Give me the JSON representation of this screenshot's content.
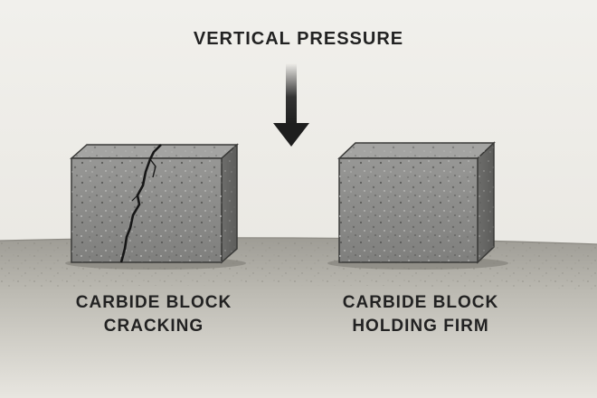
{
  "header": {
    "title": "VERTICAL PRESSURE"
  },
  "left_block": {
    "label_line1": "CARBIDE BLOCK",
    "label_line2": "CRACKING"
  },
  "right_block": {
    "label_line1": "CARBIDE BLOCK",
    "label_line2": "HOLDING FIRM"
  },
  "colors": {
    "background": "#ecebe7",
    "block_face": "#8d8d8b",
    "ground": "#b8b6ae",
    "arrow": "#1e1e1e"
  }
}
